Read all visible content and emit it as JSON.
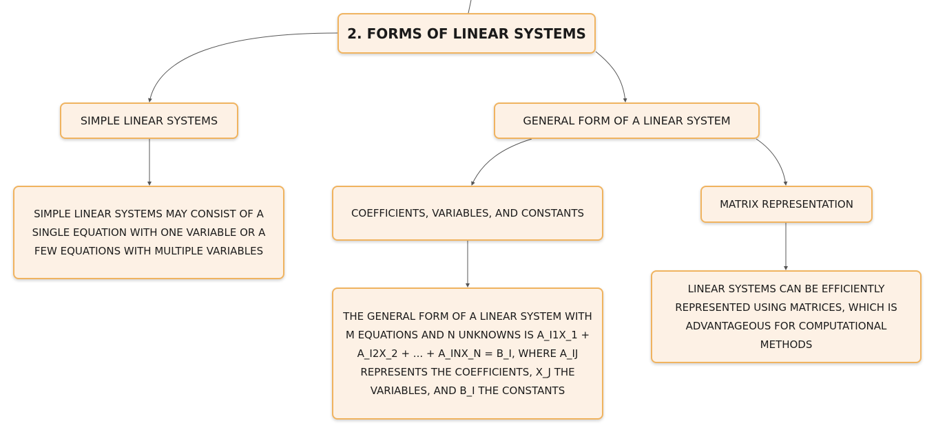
{
  "diagram": {
    "root": {
      "label": "2. FORMS OF LINEAR SYSTEMS"
    },
    "simple": {
      "label": "SIMPLE LINEAR SYSTEMS",
      "description": "SIMPLE LINEAR SYSTEMS MAY CONSIST OF A SINGLE EQUATION WITH ONE VARIABLE OR A FEW EQUATIONS WITH MULTIPLE VARIABLES"
    },
    "general": {
      "label": "GENERAL FORM OF A LINEAR SYSTEM",
      "coefficients": {
        "label": "COEFFICIENTS, VARIABLES, AND CONSTANTS",
        "description": "THE GENERAL FORM OF A LINEAR SYSTEM WITH M EQUATIONS AND N UNKNOWNS IS A_I1X_1 + A_I2X_2 + ... + A_INX_N = B_I, WHERE A_IJ REPRESENTS THE COEFFICIENTS, X_J THE VARIABLES, AND B_I THE CONSTANTS"
      },
      "matrix": {
        "label": "MATRIX REPRESENTATION",
        "description": "LINEAR SYSTEMS CAN BE EFFICIENTLY REPRESENTED USING MATRICES, WHICH IS ADVANTAGEOUS FOR COMPUTATIONAL METHODS"
      }
    },
    "colors": {
      "node_fill": "#fdf1e5",
      "node_border": "#f0b35f",
      "connector": "#555555"
    }
  }
}
